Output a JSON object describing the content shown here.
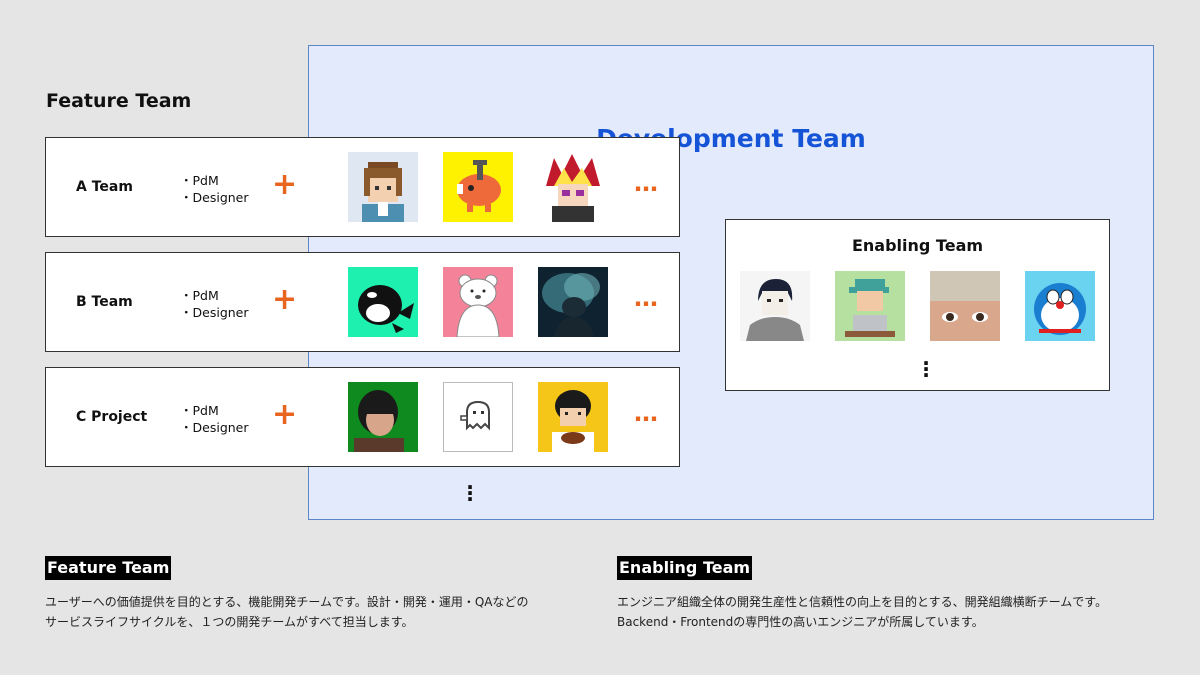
{
  "development_team": {
    "title": "Development Team"
  },
  "feature_team": {
    "heading": "Feature Team",
    "rows": [
      {
        "name": "A Team",
        "roles": [
          "PdM",
          "Designer"
        ]
      },
      {
        "name": "B Team",
        "roles": [
          "PdM",
          "Designer"
        ]
      },
      {
        "name": "C Project",
        "roles": [
          "PdM",
          "Designer"
        ]
      }
    ],
    "more_symbol": "…"
  },
  "enabling_team": {
    "title": "Enabling Team"
  },
  "legend": {
    "feature": {
      "label": "Feature Team",
      "lines": [
        "ユーザーへの価値提供を目的とする、機能開発チームです。設計・開発・運用・QAなどの",
        "サービスライフサイクルを、１つの開発チームがすべて担当します。"
      ]
    },
    "enabling": {
      "label": "Enabling Team",
      "lines": [
        "エンジニア組織全体の開発生産性と信頼性の向上を目的とする、開発組織横断チームです。",
        "Backend・Frontendの専門性の高いエンジニアが所属しています。"
      ]
    }
  },
  "colors": {
    "accent_orange": "#e8651f",
    "dev_blue": "#1554d6",
    "dev_box_bg": "#e3eafc"
  },
  "icons": {
    "plus": "plus-icon",
    "avatars": [
      "avatar-brown-hair-boy",
      "avatar-red-dog-yellow",
      "avatar-spiky-hair-anime",
      "avatar-orca",
      "avatar-polar-bear-pink",
      "avatar-dark-smoke",
      "avatar-green-bg-person",
      "avatar-ghost",
      "avatar-girl-yellow-bg",
      "avatar-dark-hair-person",
      "avatar-teal-cap-laptop",
      "avatar-blond-closeup",
      "avatar-blue-robot-cat"
    ]
  }
}
